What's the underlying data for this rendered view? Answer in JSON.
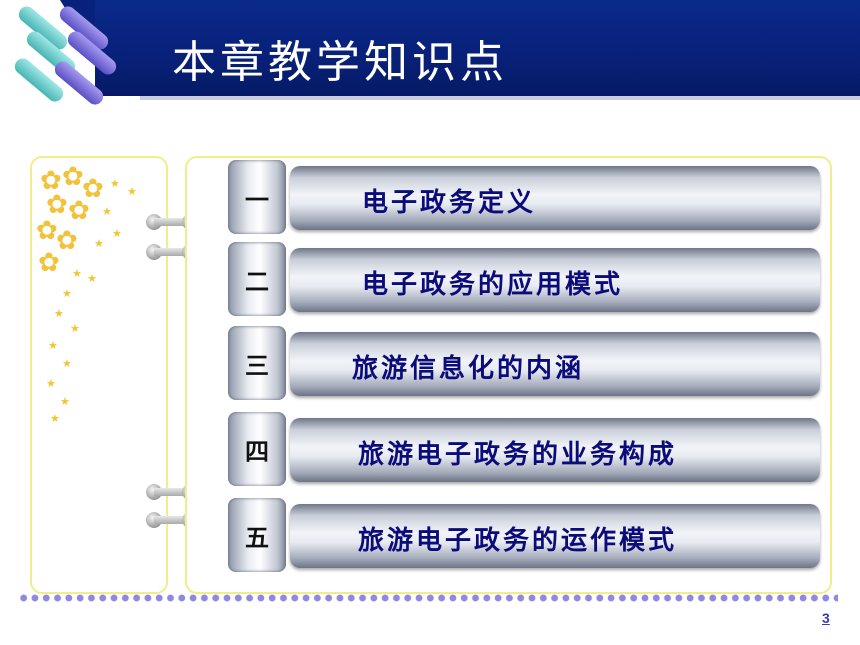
{
  "header": {
    "title": "本章教学知识点"
  },
  "topics": [
    {
      "number": "一",
      "label": "电子政务定义"
    },
    {
      "number": "二",
      "label": "电子政务的应用模式"
    },
    {
      "number": "三",
      "label": "旅游信息化的内涵"
    },
    {
      "number": "四",
      "label": "旅游电子政务的业务构成"
    },
    {
      "number": "五",
      "label": "旅游电子政务的运作模式"
    }
  ],
  "footer": {
    "page_number": "3"
  },
  "colors": {
    "banner": "#08217a",
    "label_text": "#0b0b7a",
    "panel_border": "#f3ec8a",
    "dot": "#8f8ae0"
  }
}
